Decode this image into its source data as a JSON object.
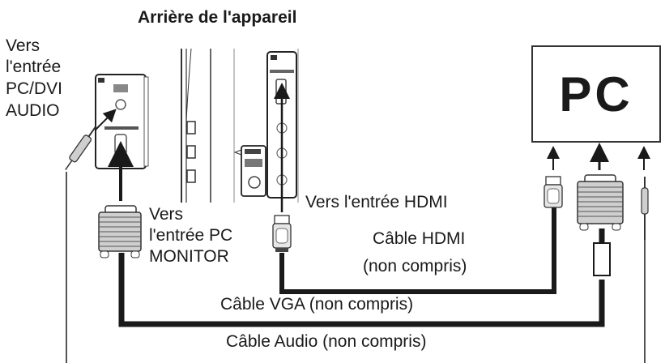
{
  "title": "Arrière de l'appareil",
  "labels": {
    "audio_input": [
      "Vers",
      "l'entrée",
      "PC/DVI",
      "AUDIO"
    ],
    "pc_monitor_input": [
      "Vers",
      "l'entrée PC",
      "MONITOR"
    ],
    "hdmi_input": "Vers l'entrée HDMI",
    "hdmi_cable": [
      "Câble HDMI",
      "(non compris)"
    ],
    "vga_cable": "Câble VGA (non compris)",
    "audio_cable": "Câble Audio (non compris)"
  },
  "pc_box": {
    "label": "PC"
  },
  "connectors": [
    "vga-connector-device",
    "hdmi-connector-device",
    "audio-jack-device",
    "hdmi-connector-pc",
    "vga-connector-pc",
    "audio-jack-pc"
  ],
  "colors": {
    "line": "#1a1a1a",
    "connector_fill": "#cfcfcf",
    "background": "#ffffff"
  }
}
